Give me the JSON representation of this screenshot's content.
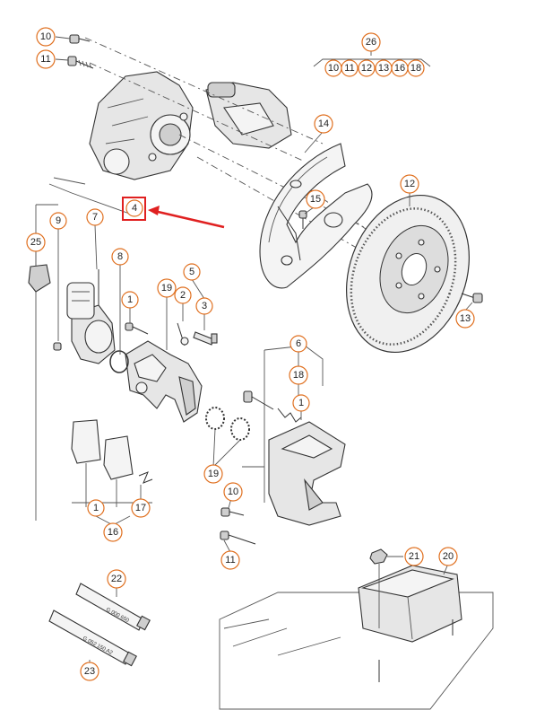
{
  "diagram": {
    "callouts": {
      "c10a": "10",
      "c11a": "11",
      "c26": "26",
      "g10": "10",
      "g11": "11",
      "g12": "12",
      "g13": "13",
      "g16": "16",
      "g18": "18",
      "c14": "14",
      "c15": "15",
      "c12": "12",
      "c13": "13",
      "c4": "4",
      "c9": "9",
      "c7": "7",
      "c25": "25",
      "c8": "8",
      "c5": "5",
      "c19a": "19",
      "c2": "2",
      "c1a": "1",
      "c3": "3",
      "c6": "6",
      "c18": "18",
      "c1b": "1",
      "c19b": "19",
      "c10b": "10",
      "c11b": "11",
      "c1c": "1",
      "c17": "17",
      "c16": "16",
      "c22": "22",
      "c23": "23",
      "c21": "21",
      "c20": "20"
    },
    "tube_labels": {
      "tube22": "G 000 650",
      "tube23": "G 052 150 A2"
    },
    "highlight_color": "#e02020",
    "callout_color": "#e07020"
  }
}
